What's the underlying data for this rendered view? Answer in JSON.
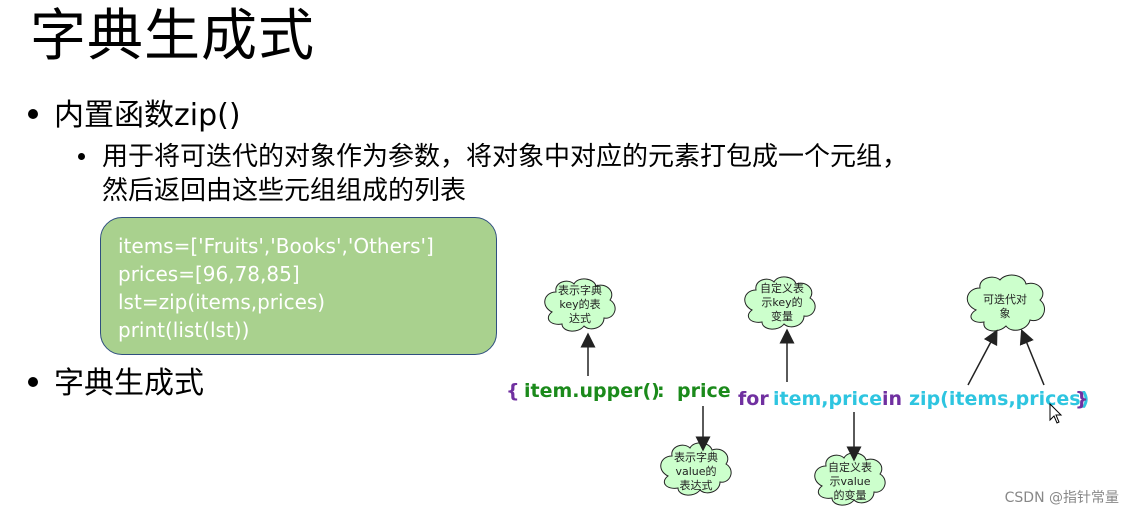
{
  "title": "字典生成式",
  "bullet1": "内置函数zip()",
  "sub_bullet": {
    "line1": "用于将可迭代的对象作为参数，将对象中对应的元素打包成一个元组，",
    "line2": "然后返回由这些元组组成的列表"
  },
  "code": {
    "line1": "items=['Fruits','Books','Others']",
    "line2": "prices=[96,78,85]",
    "line3": "lst=zip(items,prices)",
    "line4": "print(list(lst))"
  },
  "bullet2": "字典生成式",
  "expression": {
    "open_brace": "{",
    "key_expr": "item.upper()",
    "colon": ":",
    "value_expr": "price",
    "for_kw": "for",
    "vars": "item,price",
    "in_kw": "in",
    "iterable": "zip(items,prices)",
    "close_brace": "}"
  },
  "annotations": {
    "key_expr_note": [
      "表示字典",
      "key的表",
      "达式"
    ],
    "key_var_note": [
      "自定义表",
      "示key的",
      "变量"
    ],
    "iterable_note": [
      "可迭代对",
      "象"
    ],
    "value_expr_note": [
      "表示字典",
      "value的",
      "表达式"
    ],
    "value_var_note": [
      "自定义表",
      "示value",
      "的变量"
    ]
  },
  "colors": {
    "code_bg": "#a9d18e",
    "code_border": "#2f4f7f",
    "cloud_fill": "#ccffcc",
    "expr_green": "#1b8a1b",
    "expr_purple": "#7030a0",
    "expr_cyan": "#2ec5e0"
  },
  "watermark": "CSDN @指针常量"
}
